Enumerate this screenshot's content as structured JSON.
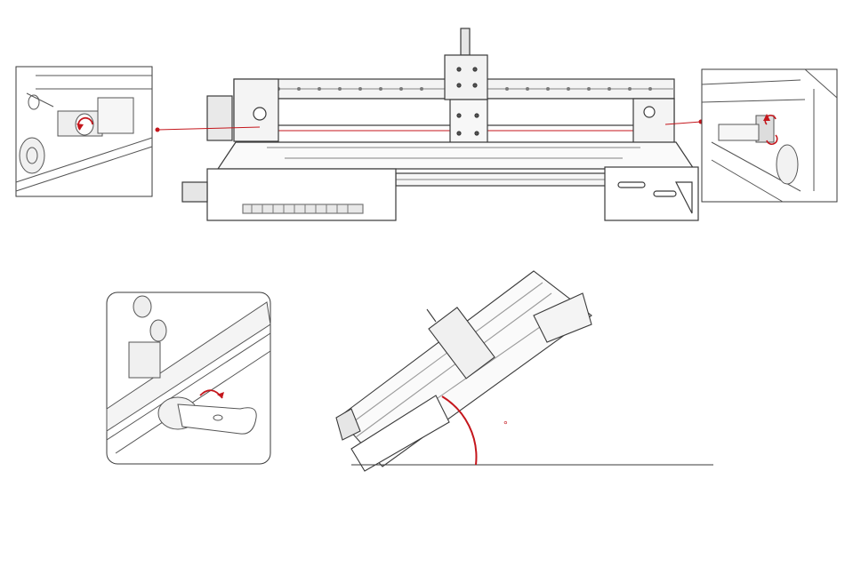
{
  "colors": {
    "line": "#3a3a3a",
    "light_line": "#9a9a9a",
    "fill": "#f2f2f2",
    "accent": "#c4161c"
  },
  "figures": {
    "main_view": "cnc-machine-front-view",
    "left_detail": "left-eccentric-nut-detail",
    "right_detail": "right-eccentric-nut-detail",
    "wrench_detail": "wrench-adjust-detail",
    "tilted_view": "machine-tilted-view"
  },
  "angle_annotation": {
    "value_text": "",
    "degree_symbol": "°"
  },
  "icons": {
    "rotate": "rotate-arrow-icon",
    "callout": "callout-dot-icon"
  }
}
